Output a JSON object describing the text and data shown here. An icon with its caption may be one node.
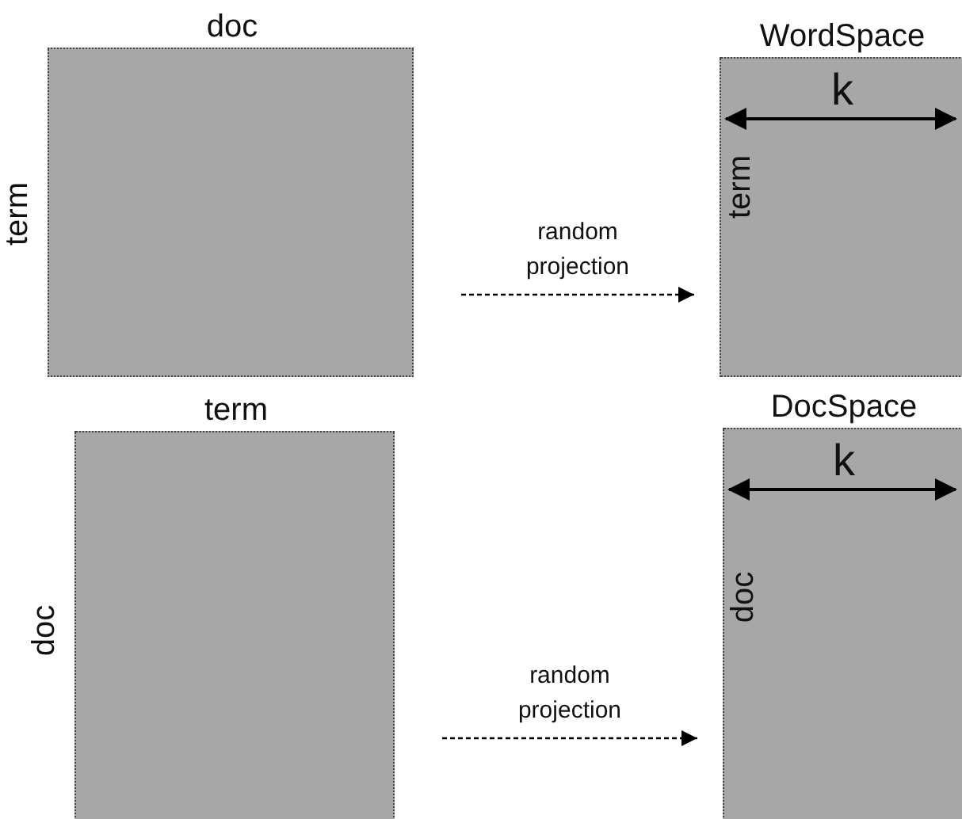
{
  "diagram": {
    "nodes": [
      {
        "text": [
          "doc",
          "term"
        ]
      },
      {
        "text": [
          "WordSpace",
          "k",
          "term"
        ]
      },
      {
        "text": [
          "term",
          "doc"
        ]
      },
      {
        "text": [
          "DocSpace",
          "k",
          "doc"
        ]
      }
    ],
    "edges": [
      {
        "from": 0,
        "to": 1,
        "arrow": "to",
        "label": "random projection",
        "style": "dashed"
      },
      {
        "from": 2,
        "to": 3,
        "arrow": "to",
        "label": "random projection",
        "style": "dashed"
      }
    ]
  }
}
